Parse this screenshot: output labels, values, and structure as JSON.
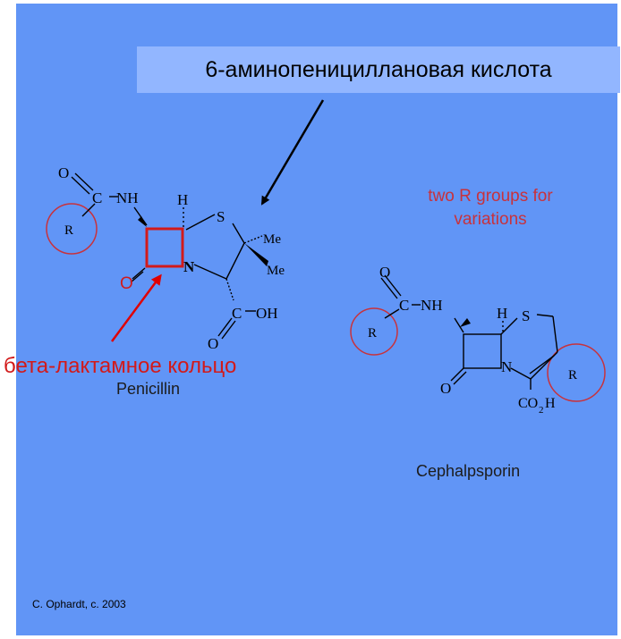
{
  "caption_top": "6-аминопенициллановая кислота",
  "caption_ring": "бета-лактамное кольцо",
  "note": {
    "line1": "two R groups for",
    "line2": "variations"
  },
  "penicillin": {
    "name": "Penicillin",
    "atoms": {
      "o_acyl": "O",
      "c": "C",
      "nh": "NH",
      "r": "R",
      "h": "H",
      "s": "S",
      "me1": "Me",
      "me2": "Me",
      "n": "N",
      "o_lactam": "O",
      "c_acid": "C",
      "oh": "OH",
      "o_acid": "O"
    }
  },
  "cephalosporin": {
    "name": "Cephalpsporin",
    "atoms": {
      "o_acyl": "O",
      "c": "C",
      "nh": "NH",
      "r1": "R",
      "h": "H",
      "s": "S",
      "n": "N",
      "o_lactam": "O",
      "r2": "R",
      "co2h": "CO",
      "sub2": "2",
      "h_end": "H"
    }
  },
  "copyright": "C. Ophardt, c. 2003",
  "colors": {
    "background": "#6195f6",
    "caption_box": "#92b6ff",
    "highlight": "#d21a1a",
    "circle": "#c8323c"
  }
}
